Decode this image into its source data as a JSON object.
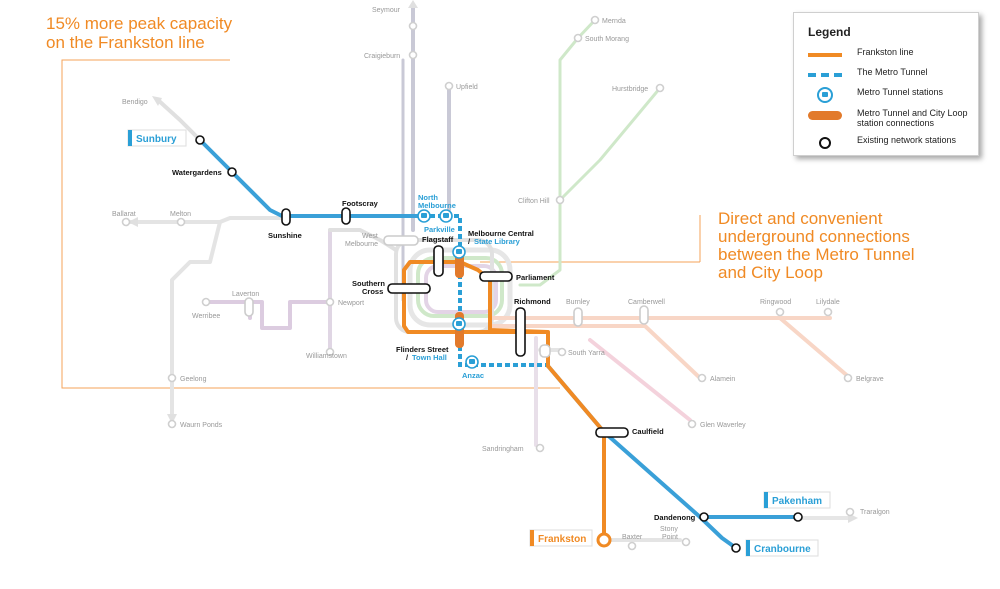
{
  "callouts": {
    "left": [
      "15% more peak capacity",
      "on the Frankston line"
    ],
    "right": [
      "Direct and convenient",
      "underground connections",
      "between the Metro Tunnel",
      "and City Loop"
    ]
  },
  "legend": {
    "title": "Legend",
    "items": [
      {
        "label": "Frankston line",
        "symbol": "orange-line"
      },
      {
        "label": "The Metro Tunnel",
        "symbol": "blue-dashed-line"
      },
      {
        "label": "Metro Tunnel stations",
        "symbol": "metro-station-icon"
      },
      {
        "label": "Metro Tunnel and City Loop station connections",
        "symbol": "orange-bar"
      },
      {
        "label": "Existing network stations",
        "symbol": "station-ring"
      }
    ]
  },
  "colors": {
    "frankston": "#f08a24",
    "metro_tunnel": "#2a9fd6",
    "connection": "#e27a2b",
    "background_lines": "#d8d8d8"
  },
  "terminals": {
    "sunbury": "Sunbury",
    "frankston": "Frankston",
    "pakenham": "Pakenham",
    "cranbourne": "Cranbourne"
  },
  "metro_stations": {
    "north_melbourne_1": "North",
    "north_melbourne_2": "Melbourne",
    "parkville": "Parkville",
    "state_library": "State Library",
    "town_hall": "Town Hall",
    "anzac": "Anzac"
  },
  "city_loop_stations": {
    "melbourne_central": "Melbourne Central",
    "flagstaff": "Flagstaff",
    "parliament": "Parliament",
    "southern_cross_1": "Southern",
    "southern_cross_2": "Cross",
    "flinders_street": "Flinders Street",
    "slash": "/"
  },
  "line_stations": {
    "watergardens": "Watergardens",
    "sunshine": "Sunshine",
    "footscray": "Footscray",
    "richmond": "Richmond",
    "caulfield": "Caulfield",
    "dandenong": "Dandenong"
  },
  "network_stations": {
    "seymour": "Seymour",
    "craigieburn": "Craigieburn",
    "upfield": "Upfield",
    "mernda": "Mernda",
    "south_morang": "South Morang",
    "hurstbridge": "Hurstbridge",
    "clifton_hill": "Clifton Hill",
    "bendigo": "Bendigo",
    "ballarat": "Ballarat",
    "melton": "Melton",
    "west_melbourne_1": "West",
    "west_melbourne_2": "Melbourne",
    "laverton": "Laverton",
    "werribee": "Werribee",
    "newport": "Newport",
    "williamstown": "Williamstown",
    "geelong": "Geelong",
    "waurn_ponds": "Waurn Ponds",
    "burnley": "Burnley",
    "camberwell": "Camberwell",
    "ringwood": "Ringwood",
    "lilydale": "Lilydale",
    "belgrave": "Belgrave",
    "alamein": "Alamein",
    "glen_waverley": "Glen Waverley",
    "south_yarra": "South Yarra",
    "sandringham": "Sandringham",
    "baxter": "Baxter",
    "stony_point_1": "Stony",
    "stony_point_2": "Point",
    "traralgon": "Traralgon"
  }
}
